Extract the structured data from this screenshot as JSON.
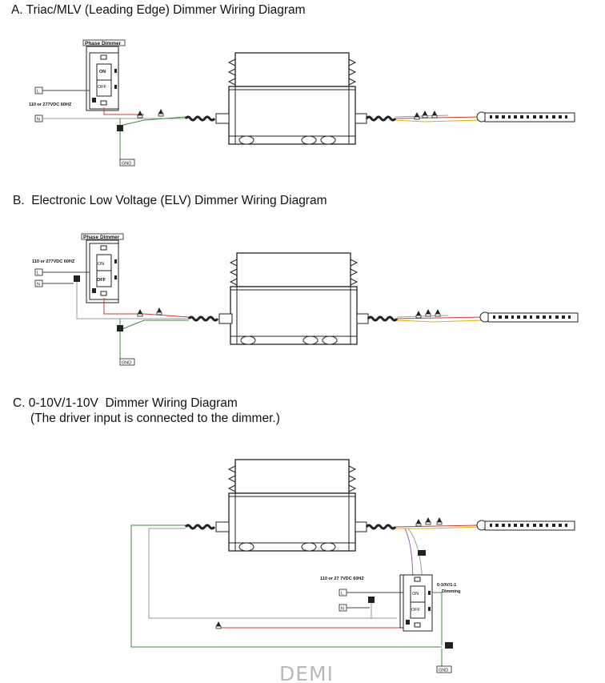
{
  "sections": [
    {
      "title": "A. Triac/MLV (Leading Edge) Dimmer Wiring Diagram"
    },
    {
      "title": "B.  Electronic Low Voltage (ELV) Dimmer Wiring Diagram"
    },
    {
      "title": "C. 0-10V/1-10V  Dimmer Wiring Diagram",
      "subtitle": "(The driver input is connected to the dimmer.)"
    }
  ],
  "labels": {
    "phase_dimmer": "Phase Dimmer",
    "voltage": "110 or 277VDC 60HZ",
    "voltage_c": "110 or 27 7VDC 60HZ",
    "line": "L",
    "neutral": "N",
    "ground": "GND",
    "on": "ON",
    "off": "OFF",
    "dimming_top": "0-10V/1-1",
    "dimming_bottom": "Dimming"
  },
  "watermark": "DEMI",
  "colors": {
    "line": "#444444",
    "wire_red": "#d23a3a",
    "wire_green": "#3f8a3f",
    "wire_gray": "#9a9a9a",
    "wire_purple": "#9a5ab8",
    "wire_yellow": "#d8b400"
  }
}
